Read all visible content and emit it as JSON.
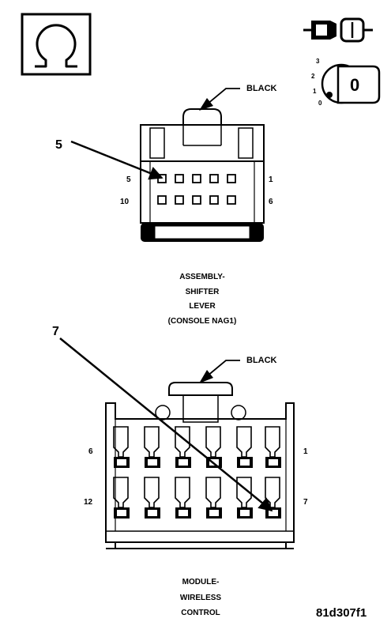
{
  "meter_icon": {
    "symbol": "Ω",
    "name": "ohmmeter-icon"
  },
  "key_switch": {
    "positions": [
      "3",
      "2",
      "1",
      "0"
    ],
    "key_label": "0"
  },
  "connector_1": {
    "color_label": "BLACK",
    "callout_number": "5",
    "left_top_pin": "5",
    "right_top_pin": "1",
    "left_bottom_pin": "10",
    "right_bottom_pin": "6",
    "caption_lines": [
      "ASSEMBLY-",
      "SHIFTER",
      "LEVER",
      "(CONSOLE NAG1)"
    ]
  },
  "connector_2": {
    "color_label": "BLACK",
    "callout_number": "7",
    "left_top_pin": "6",
    "right_top_pin": "1",
    "left_bottom_pin": "12",
    "right_bottom_pin": "7",
    "caption_lines": [
      "MODULE-",
      "WIRELESS",
      "CONTROL"
    ]
  },
  "figure_id": "81d307f1",
  "colors": {
    "ink": "#000000",
    "paper": "#ffffff"
  }
}
